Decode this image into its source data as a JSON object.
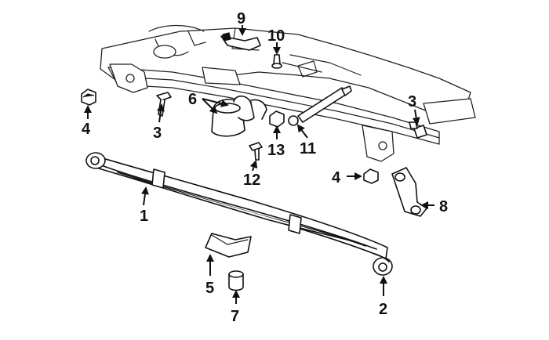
{
  "callouts": [
    {
      "id": "c1",
      "label": "1"
    },
    {
      "id": "c2",
      "label": "2"
    },
    {
      "id": "c3a",
      "label": "3"
    },
    {
      "id": "c3b",
      "label": "3"
    },
    {
      "id": "c4a",
      "label": "4"
    },
    {
      "id": "c4b",
      "label": "4"
    },
    {
      "id": "c5",
      "label": "5"
    },
    {
      "id": "c6",
      "label": "6"
    },
    {
      "id": "c7",
      "label": "7"
    },
    {
      "id": "c8",
      "label": "8"
    },
    {
      "id": "c9",
      "label": "9"
    },
    {
      "id": "c10",
      "label": "10"
    },
    {
      "id": "c11",
      "label": "11"
    },
    {
      "id": "c12",
      "label": "12"
    },
    {
      "id": "c13",
      "label": "13"
    }
  ]
}
